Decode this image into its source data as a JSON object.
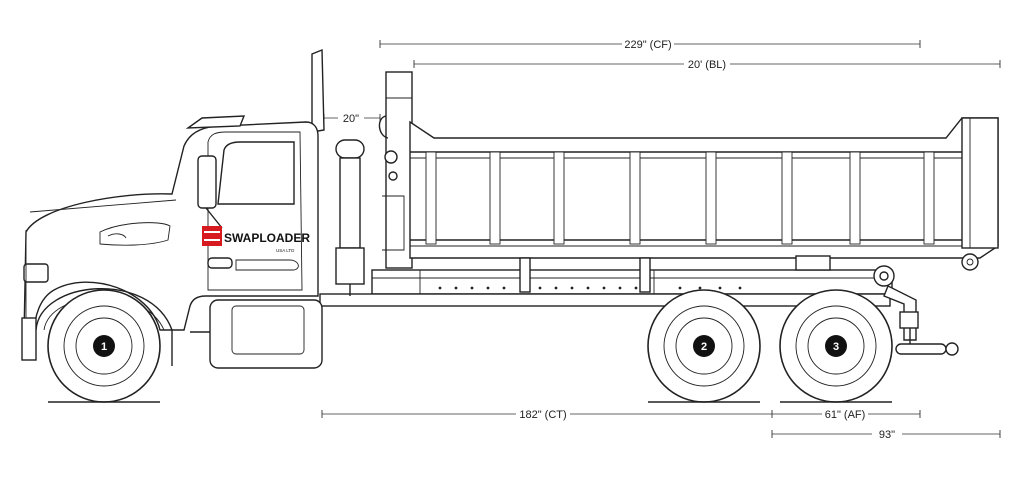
{
  "dimensions": {
    "cf": "229\" (CF)",
    "bl": "20' (BL)",
    "cab_gap": "20\"",
    "ct": "182\" (CT)",
    "af": "61\" (AF)",
    "overhang": "93\""
  },
  "logo": {
    "brand": "SWAPLOADER",
    "sub": "USA LTD"
  },
  "axles": [
    {
      "label": "1"
    },
    {
      "label": "2"
    },
    {
      "label": "3"
    }
  ],
  "colors": {
    "logo_red": "#d71920",
    "line": "#222222"
  }
}
